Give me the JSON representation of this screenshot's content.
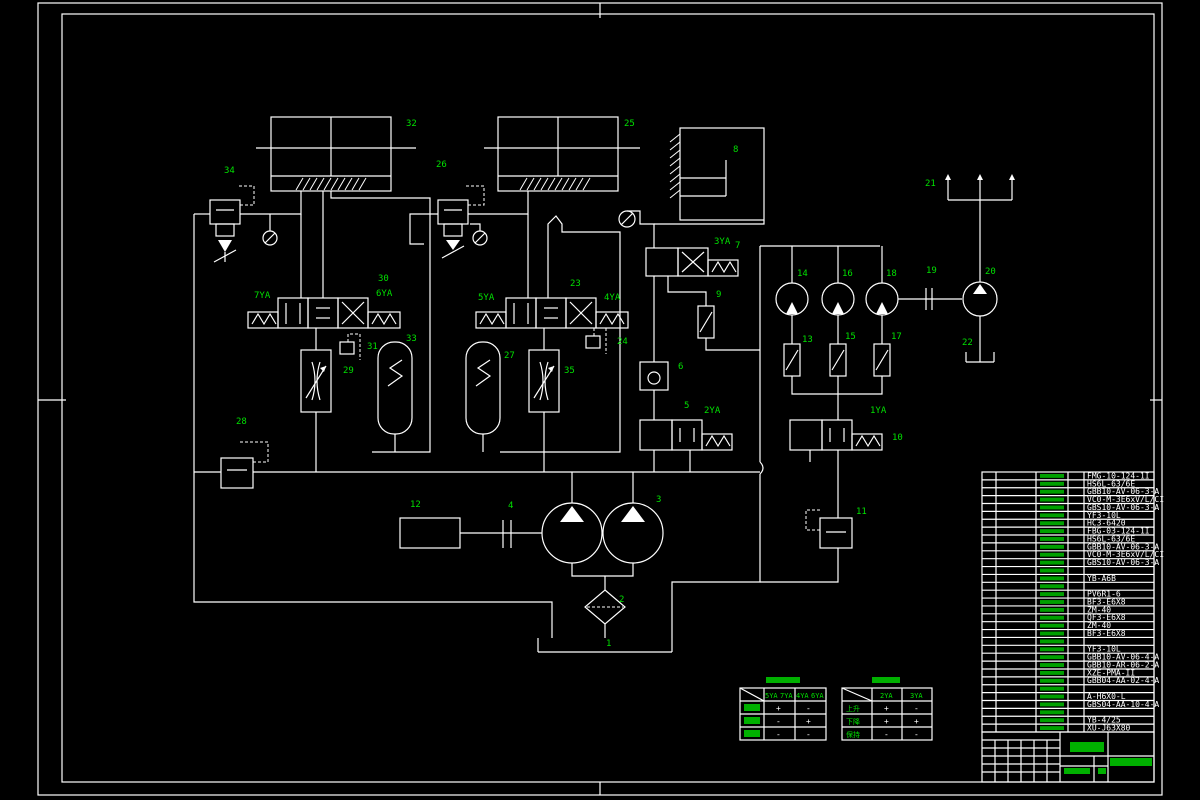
{
  "component_numbers": {
    "n1": "1",
    "n2": "2",
    "n3": "3",
    "n4": "4",
    "n5": "5",
    "n6": "6",
    "n7": "7",
    "n8": "8",
    "n9": "9",
    "n10": "10",
    "n11": "11",
    "n12": "12",
    "n13": "13",
    "n14": "14",
    "n15": "15",
    "n16": "16",
    "n17": "17",
    "n18": "18",
    "n19": "19",
    "n20": "20",
    "n21": "21",
    "n22": "22",
    "n23": "23",
    "n24": "24",
    "n25": "25",
    "n26": "26",
    "n27": "27",
    "n28": "28",
    "n29": "29",
    "n30": "30",
    "n31": "31",
    "n32": "32",
    "n33": "33",
    "n34": "34",
    "n35": "35"
  },
  "solenoids": {
    "s1": "1YA",
    "s2": "2YA",
    "s3": "3YA",
    "s4": "4YA",
    "s5": "5YA",
    "s6": "6YA",
    "s7": "7YA"
  },
  "sequence_table_left": {
    "cols": [
      "5YA",
      "7YA",
      "4YA",
      "6YA"
    ],
    "rows": [
      [
        "+",
        "-"
      ],
      [
        "-",
        "+"
      ],
      [
        "-",
        "-"
      ]
    ]
  },
  "sequence_table_right": {
    "cols": [
      "2YA",
      "3YA"
    ],
    "rows": [
      {
        "name": "上升",
        "v": [
          "+",
          "-"
        ]
      },
      {
        "name": "下降",
        "v": [
          "+",
          "+"
        ]
      },
      {
        "name": "保持",
        "v": [
          "-",
          "-"
        ]
      }
    ]
  },
  "parts_list": [
    "FMG-10-124-1I",
    "HS6L-63/6E",
    "GBB10-AV-06-3-A",
    "VC0-M-3E6xV/L/CI",
    "GBS10-AV-06-3-A",
    "YF3-10L",
    "HC3-6420",
    "FBG-03-124-1I",
    "HS6L-63/6E",
    "GBB10-AV-06-3-A",
    "VC0-M-3E6xV/L/CI",
    "GBS10-AV-06-3-A",
    "",
    "YB-A6B",
    "",
    "PV6R1-6",
    "BF3-E6X8",
    "ZM-40",
    "QF3-E6X8",
    "ZM-40",
    "BF3-E6X8",
    "",
    "YF3-10L",
    "GBB10-AV-06-4-A",
    "GBB10-AR-06-2-A",
    "XZE-PMA-II",
    "GBB04-AA-02-4-A",
    "",
    "A-H6X0-L",
    "GBS04-AA-10-4-A",
    "",
    "YB-4/25",
    "XU-J63X80"
  ]
}
